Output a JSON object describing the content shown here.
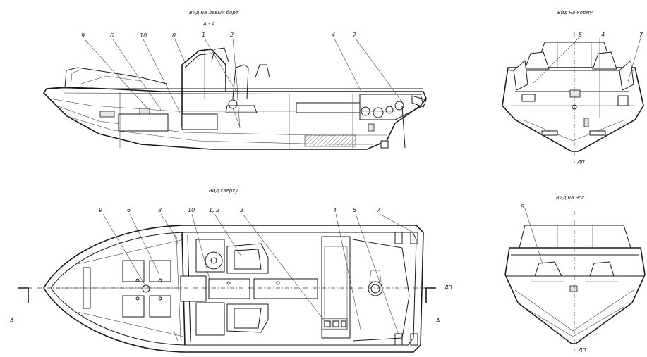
{
  "titles": {
    "left_side": "Вид на левый борт",
    "section": "А - А",
    "stern": "Вид на корму",
    "top": "Вид сверху",
    "bow": "Вид на нос"
  },
  "centerline_label": "ДП",
  "section_marker": "А",
  "callouts": {
    "side": [
      "9",
      "6",
      "10",
      "8",
      "1",
      "2",
      "4",
      "7"
    ],
    "top": [
      "9",
      "6",
      "8",
      "10",
      "1, 2",
      "3",
      "4",
      "5",
      "7"
    ],
    "stern": [
      "5",
      "4",
      "7"
    ],
    "bow": [
      "8"
    ]
  }
}
